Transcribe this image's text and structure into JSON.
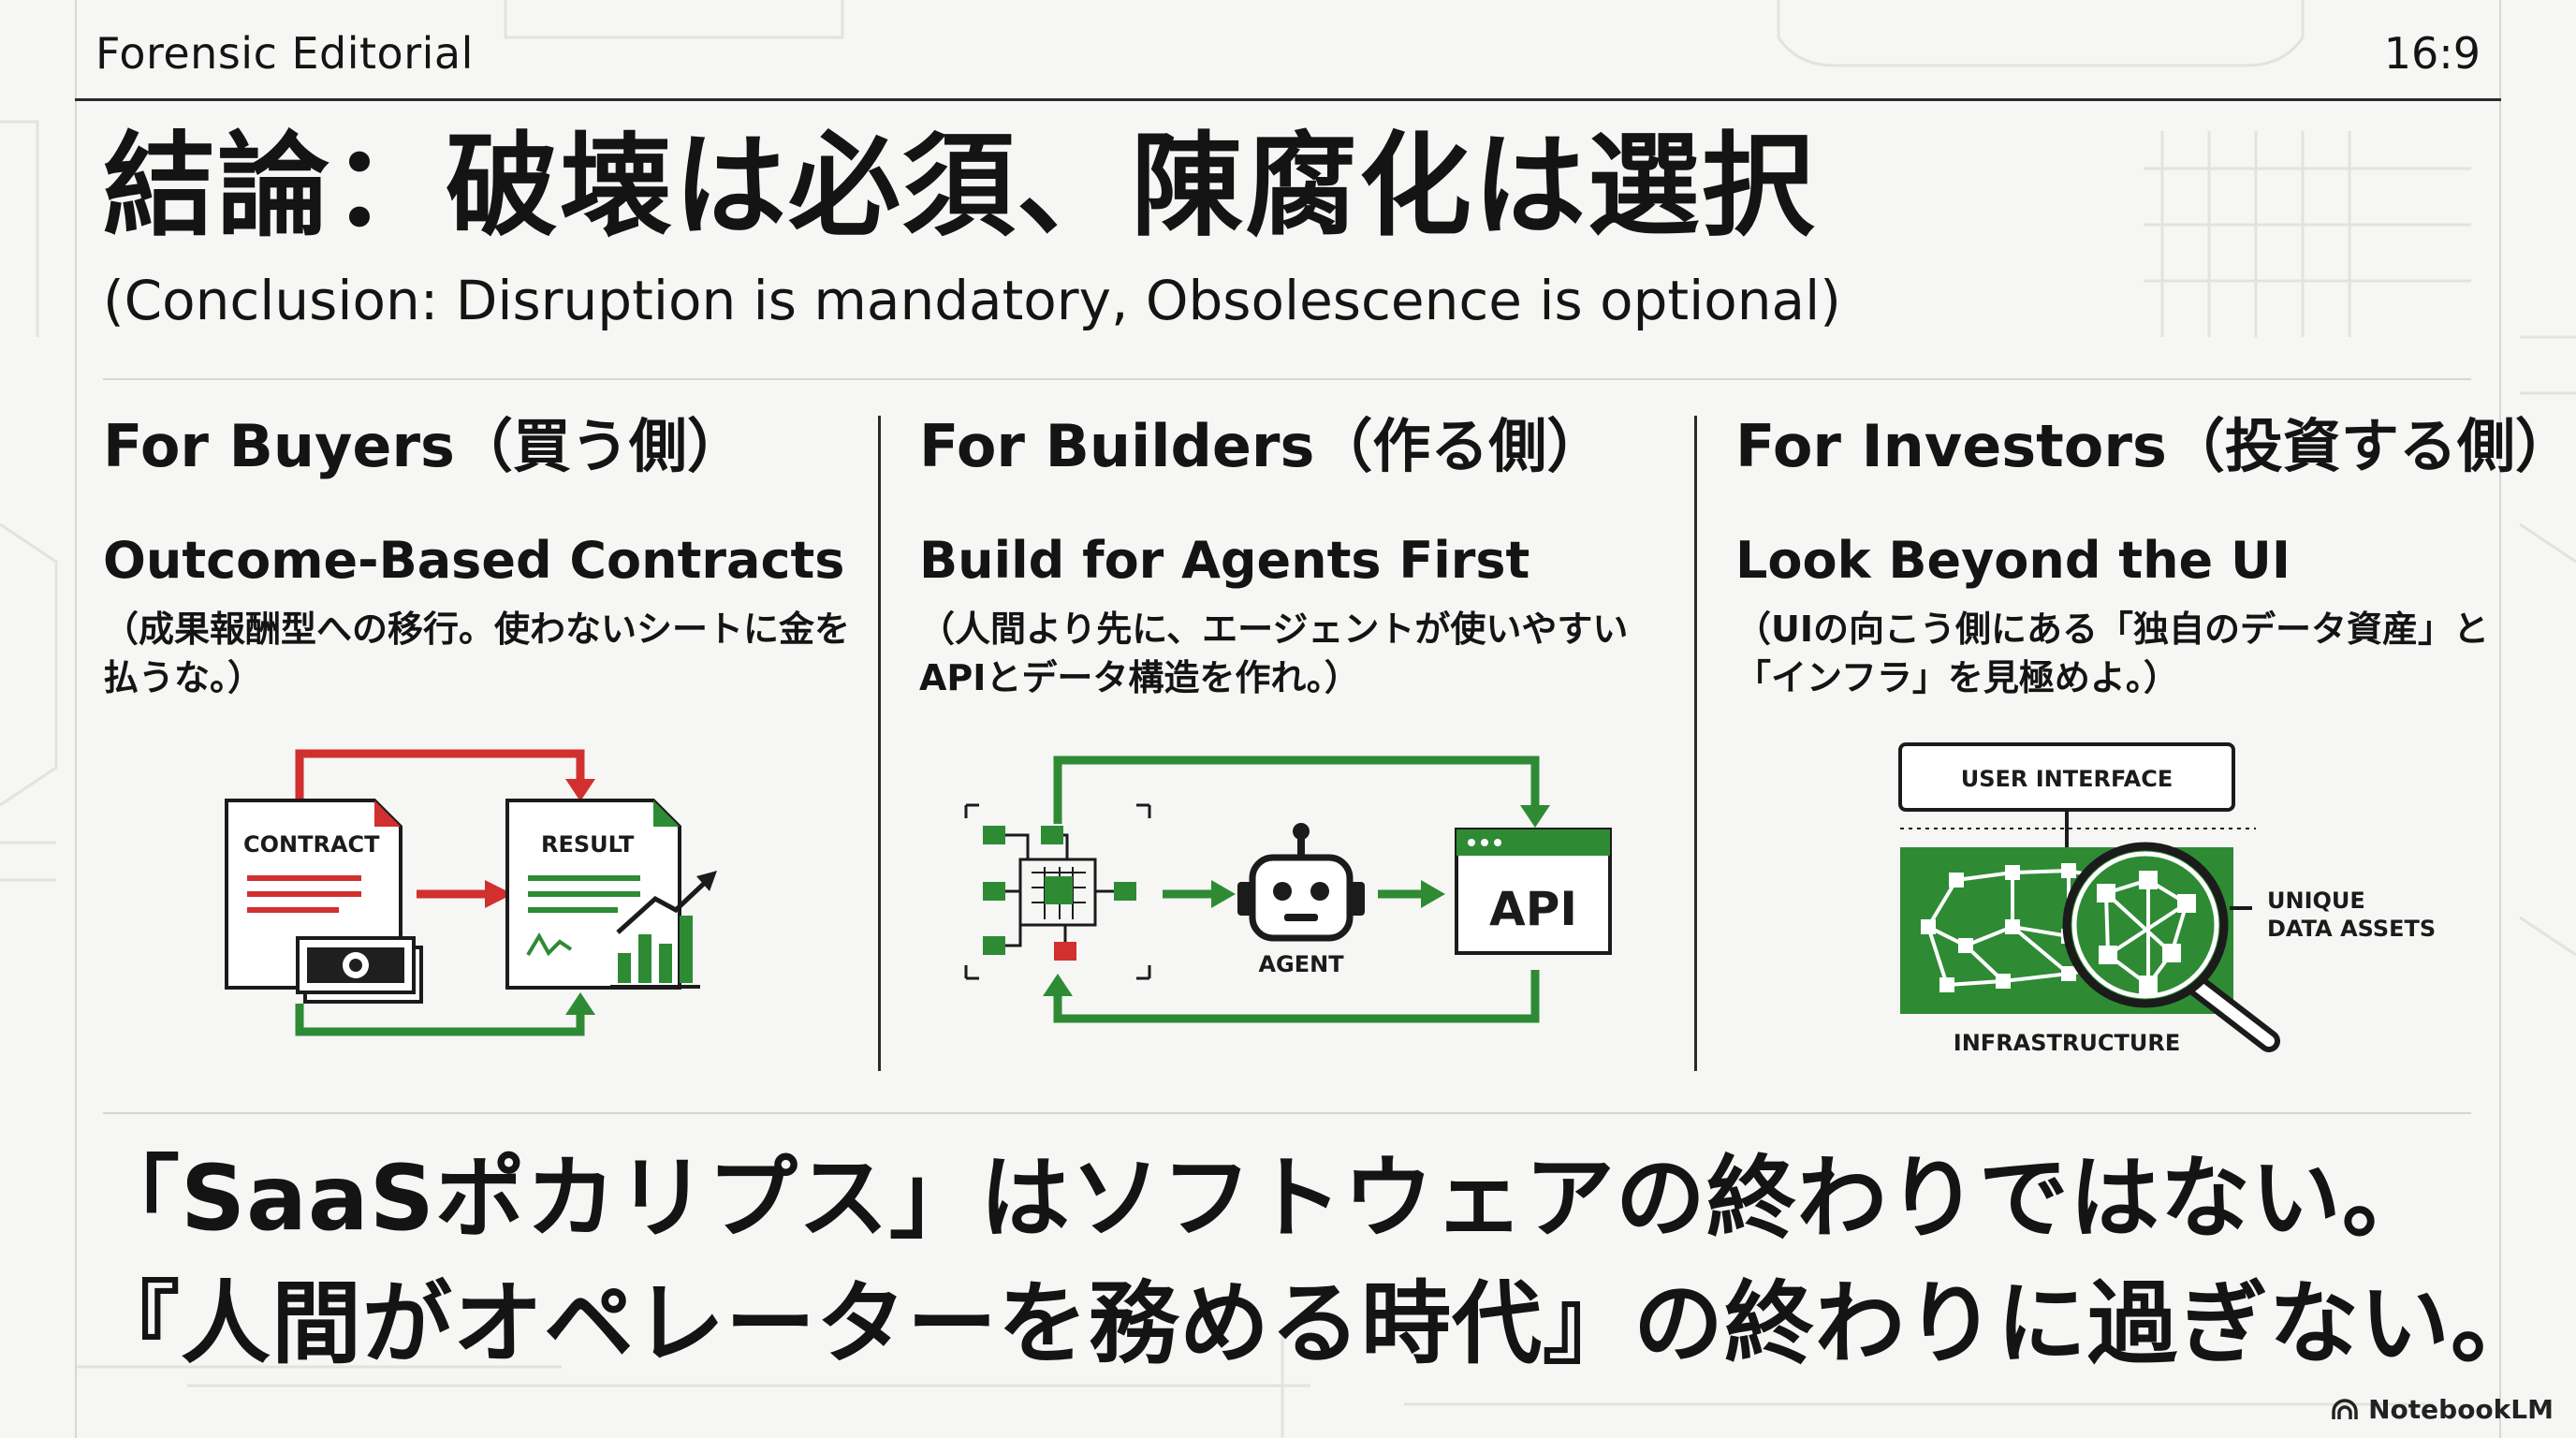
{
  "header": {
    "brand": "Forensic Editorial",
    "aspect_ratio": "16:9"
  },
  "title": {
    "main": "結論：破壊は必須、陳腐化は選択",
    "subtitle": "(Conclusion: Disruption is mandatory, Obsolescence is optional)"
  },
  "columns": [
    {
      "heading": "For Buyers（買う側）",
      "subheading": "Outcome-Based Contracts",
      "description": "（成果報酬型への移行。使わないシートに金を払うな。）",
      "labels": {
        "contract": "CONTRACT",
        "result": "RESULT"
      }
    },
    {
      "heading": "For Builders（作る側）",
      "subheading": "Build for Agents First",
      "description": "（人間より先に、エージェントが使いやすいAPIとデータ構造を作れ。）",
      "labels": {
        "agent": "AGENT",
        "api": "API"
      }
    },
    {
      "heading": "For Investors（投資する側）",
      "subheading": "Look Beyond the UI",
      "description": "（UIの向こう側にある「独自のデータ資産」と「インフラ」を見極めよ。）",
      "labels": {
        "ui": "USER INTERFACE",
        "assets_line1": "UNIQUE",
        "assets_line2": "DATA ASSETS",
        "infra": "INFRASTRUCTURE"
      }
    }
  ],
  "footer": {
    "line1": "「SaaSポカリプス」はソフトウェアの終わりではない。",
    "line2": "『人間がオペレーターを務める時代』の終わりに過ぎない。"
  },
  "logo": {
    "text": "NotebookLM"
  },
  "colors": {
    "accent_green": "#2e8b34",
    "accent_red": "#d22f2f",
    "text": "#141414",
    "background": "#f6f6f4"
  }
}
